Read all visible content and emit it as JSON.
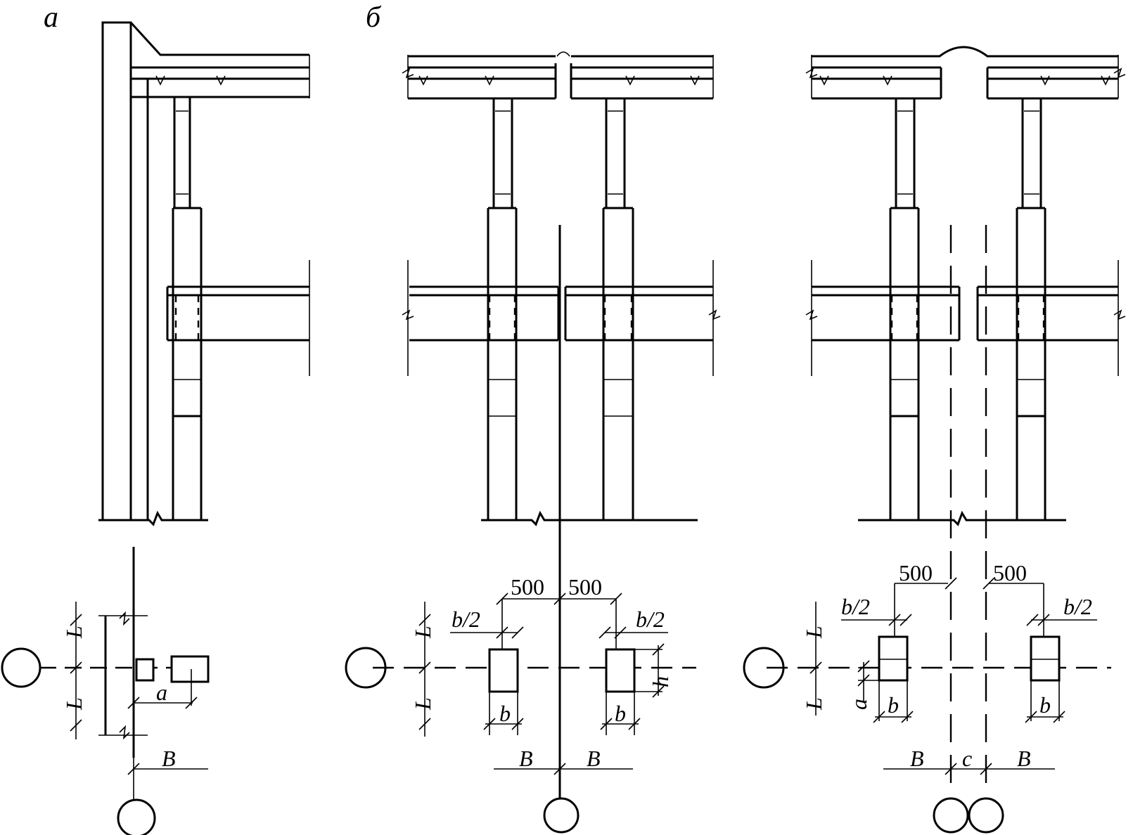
{
  "panels": {
    "a": {
      "label": "а"
    },
    "b": {
      "label": "б"
    }
  },
  "dims": {
    "L": "L",
    "a": "a",
    "B": "B",
    "b": "b",
    "b_half": "b/2",
    "h": "h",
    "c": "c",
    "d500": "500"
  },
  "colors": {
    "line": "#000000",
    "background": "#ffffff"
  }
}
